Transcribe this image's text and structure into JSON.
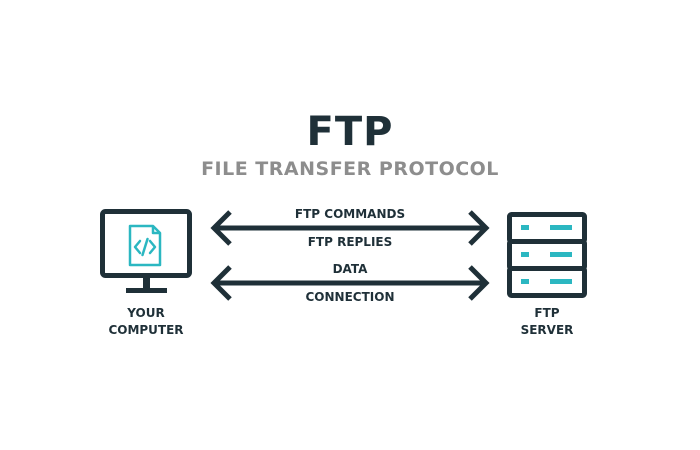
{
  "header": {
    "title": "FTP",
    "subtitle": "FILE TRANSFER PROTOCOL"
  },
  "arrows": {
    "top_above": "FTP COMMANDS",
    "top_below": "FTP REPLIES",
    "bottom_above": "DATA",
    "bottom_below": "CONNECTION"
  },
  "client": {
    "line1": "YOUR",
    "line2": "COMPUTER"
  },
  "server": {
    "line1": "FTP",
    "line2": "SERVER"
  },
  "colors": {
    "dark": "#1f3038",
    "gray": "#8d8d8d",
    "accent": "#2bb7c1"
  },
  "icons": {
    "client": "monitor-with-code-file-icon",
    "server": "server-rack-icon"
  }
}
